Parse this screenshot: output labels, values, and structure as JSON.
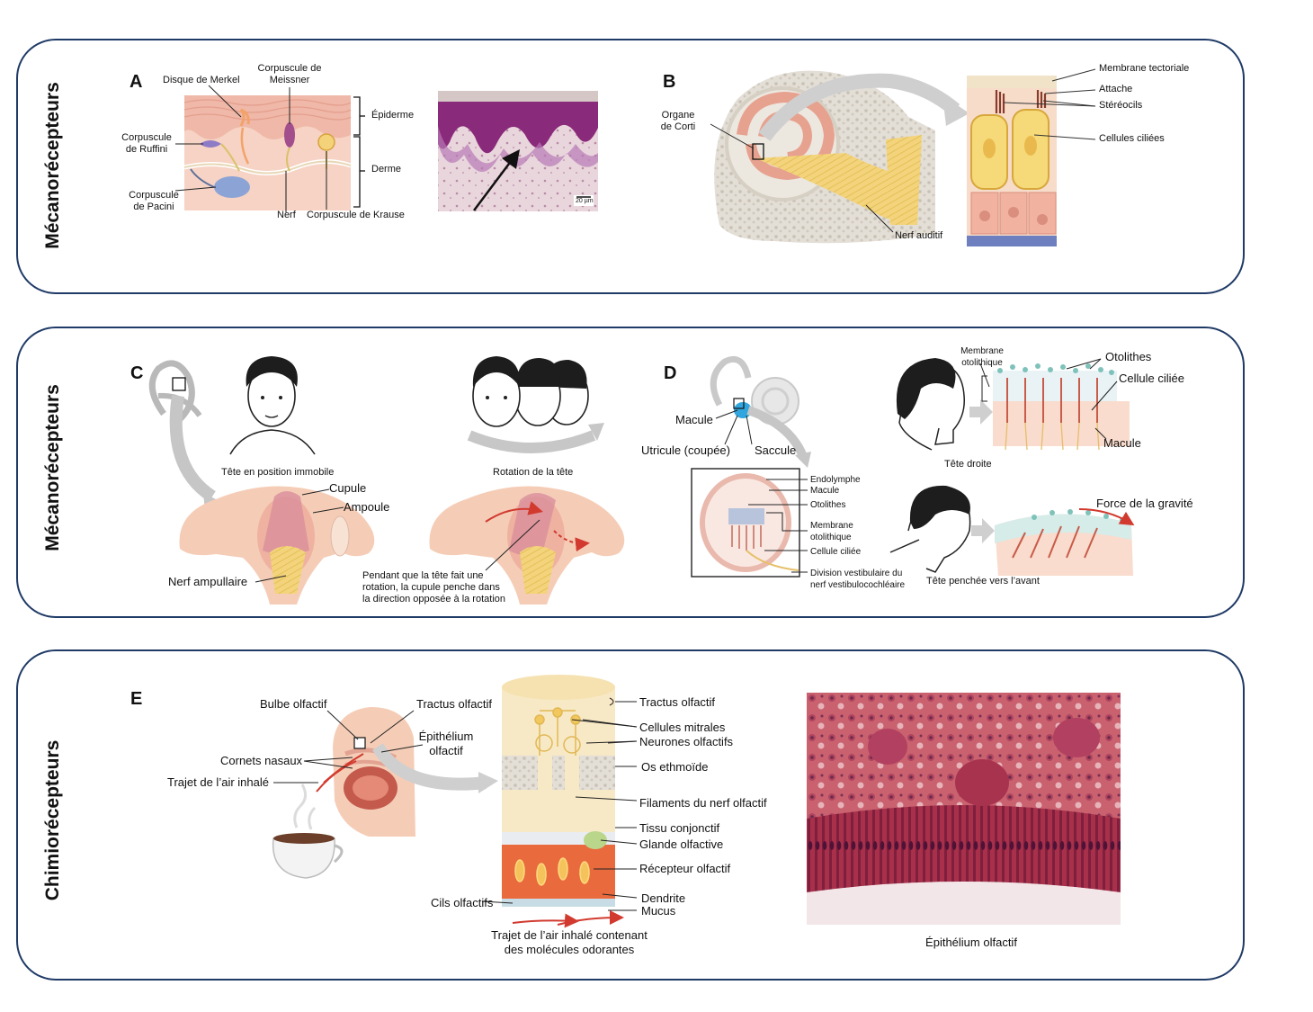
{
  "rows": {
    "row1_title": "Mécanorécepteurs",
    "row2_title": "Mécanorécepteurs",
    "row3_title": "Chimiorécepteurs"
  },
  "panel_a": {
    "letter": "A",
    "merkel": "Disque de Merkel",
    "meissner_1": "Corpuscule de",
    "meissner_2": "Meissner",
    "ruffini_1": "Corpuscule",
    "ruffini_2": "de Ruffini",
    "pacini_1": "Corpuscule",
    "pacini_2": "de Pacini",
    "nerf": "Nerf",
    "krause": "Corpuscule de Krause",
    "epiderme": "Épiderme",
    "derme": "Derme",
    "scale": "20 µm"
  },
  "panel_b": {
    "letter": "B",
    "organe_1": "Organe",
    "organe_2": "de Corti",
    "nerf_auditif": "Nerf auditif",
    "membrane_tectoriale": "Membrane tectoriale",
    "attache": "Attache",
    "stereocils": "Stéréocils",
    "cellules_ciliees": "Cellules ciliées"
  },
  "panel_c": {
    "letter": "C",
    "tete_immobile": "Tête en position immobile",
    "rotation": "Rotation de la tête",
    "cupule": "Cupule",
    "ampoule": "Ampoule",
    "nerf_ampullaire": "Nerf ampullaire",
    "note_1": "Pendant que la tête fait une",
    "note_2": "rotation, la cupule penche dans",
    "note_3": "la direction opposée à la rotation"
  },
  "panel_d": {
    "letter": "D",
    "macule": "Macule",
    "utricule": "Utricule (coupée)",
    "saccule": "Saccule",
    "endolymphe": "Endolymphe",
    "macule_small": "Macule",
    "otolithes_small": "Otolithes",
    "membrane_oto_1": "Membrane",
    "membrane_oto_2": "otolithique",
    "cellule_ciliee_small": "Cellule ciliée",
    "division_1": "Division vestibulaire du",
    "division_2": "nerf vestibulocochléaire",
    "membrane_top_1": "Membrane",
    "membrane_top_2": "otolithique",
    "otolithes": "Otolithes",
    "cellule_ciliee": "Cellule ciliée",
    "macule_right": "Macule",
    "tete_droite": "Tête droite",
    "force_gravite": "Force de la gravité",
    "tete_penchee": "Tête penchée vers l’avant"
  },
  "panel_e": {
    "letter": "E",
    "bulbe": "Bulbe olfactif",
    "tractus_left": "Tractus olfactif",
    "epithelium_1": "Épithélium",
    "epithelium_2": "olfactif",
    "cornets": "Cornets nasaux",
    "trajet_air": "Trajet de l’air inhalé",
    "tractus": "Tractus olfactif",
    "mitrales": "Cellules mitrales",
    "neurones": "Neurones olfactifs",
    "os": "Os ethmoïde",
    "filaments": "Filaments du nerf olfactif",
    "tissu": "Tissu conjonctif",
    "glande": "Glande olfactive",
    "recepteur": "Récepteur olfactif",
    "cils": "Cils olfactifs",
    "dendrite": "Dendrite",
    "mucus": "Mucus",
    "trajet_bottom_1": "Trajet de l’air inhalé contenant",
    "trajet_bottom_2": "des molécules odorantes",
    "photo_caption": "Épithélium  olfactif"
  },
  "colors": {
    "panel_border": "#1f3a66",
    "skin_pink": "#f2c4b4",
    "nerve_yellow": "#f2d27a",
    "tissue_purple": "#9c4a93",
    "histo_pink": "#c0505e",
    "arrow_grey": "#c9c9c9"
  }
}
